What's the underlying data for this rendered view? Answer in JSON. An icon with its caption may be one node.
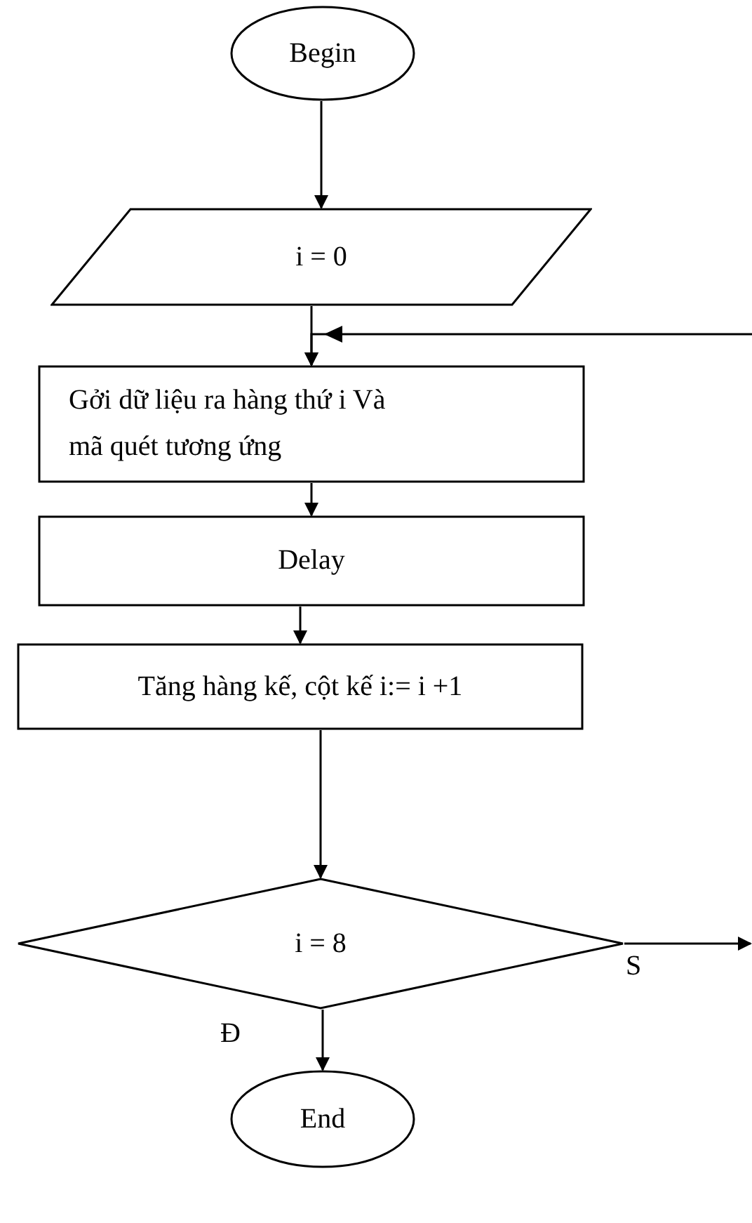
{
  "diagram": {
    "nodes": [
      {
        "text": [
          "Begin"
        ]
      },
      {
        "text": [
          "i = 0"
        ]
      },
      {
        "text": [
          "Gởi dữ liệu ra hàng thứ i Và mã quét tương ứng"
        ]
      },
      {
        "text": [
          "Delay"
        ]
      },
      {
        "text": [
          "Tăng hàng kế, cột kế i:= i +1"
        ]
      },
      {
        "text": [
          "i = 8"
        ]
      },
      {
        "text": [
          "End"
        ]
      }
    ],
    "edges": [
      {
        "from": 0,
        "to": 1,
        "arrow": "to"
      },
      {
        "from": 1,
        "to": 2,
        "arrow": "to"
      },
      {
        "from": null,
        "to": 2,
        "arrow": "to"
      },
      {
        "from": 2,
        "to": 3,
        "arrow": "to"
      },
      {
        "from": 3,
        "to": 4,
        "arrow": "to"
      },
      {
        "from": 4,
        "to": 5,
        "arrow": "to"
      },
      {
        "from": 5,
        "to": null,
        "arrow": "to",
        "label": "S"
      },
      {
        "from": 5,
        "to": 6,
        "arrow": "to",
        "label": "Đ"
      }
    ]
  }
}
